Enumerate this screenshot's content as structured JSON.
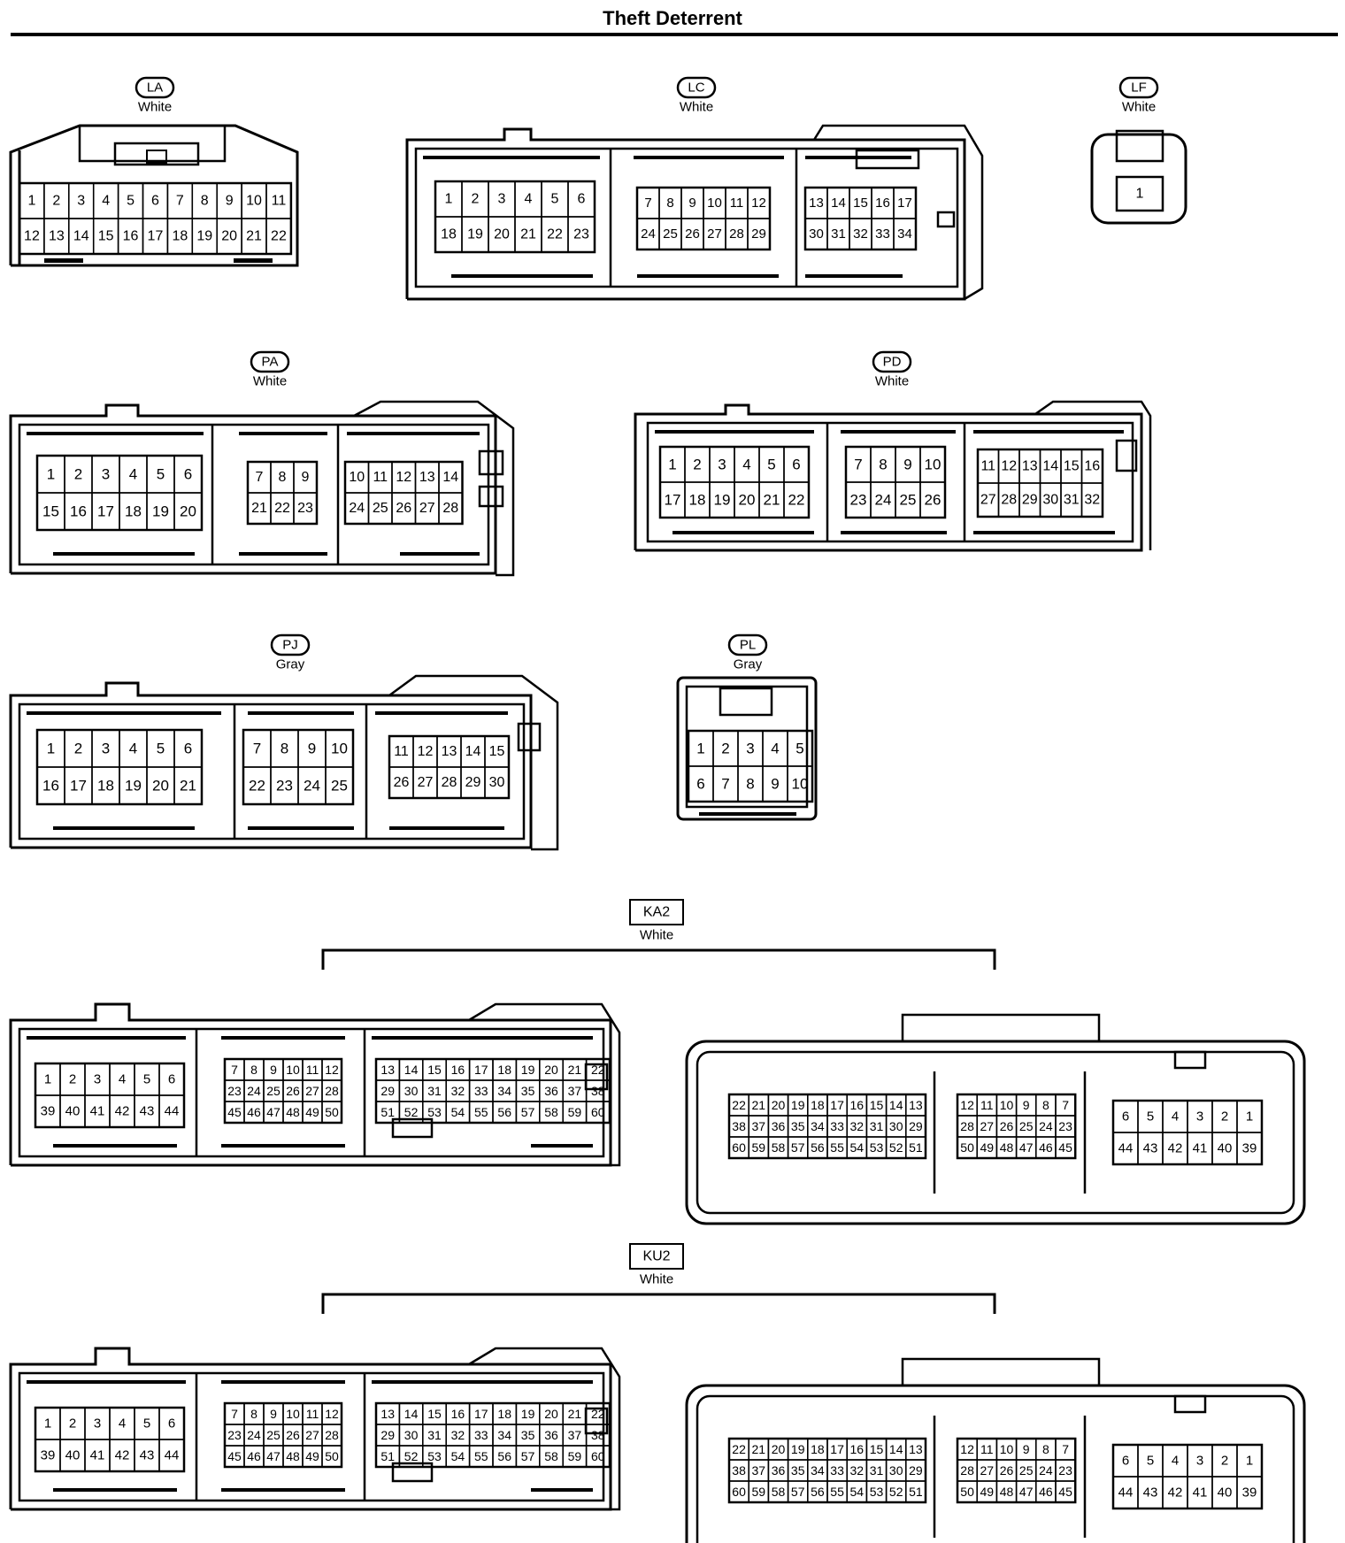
{
  "page": {
    "title": "Theft Deterrent"
  },
  "connectors": [
    {
      "code": "LA",
      "color": "White",
      "rows": [
        [
          "1",
          "2",
          "3",
          "4",
          "5",
          "6",
          "7",
          "8",
          "9",
          "10",
          "11"
        ],
        [
          "12",
          "13",
          "14",
          "15",
          "16",
          "17",
          "18",
          "19",
          "20",
          "21",
          "22"
        ]
      ]
    },
    {
      "code": "LC",
      "color": "White",
      "groups": [
        [
          [
            "1",
            "2",
            "3",
            "4",
            "5",
            "6"
          ],
          [
            "18",
            "19",
            "20",
            "21",
            "22",
            "23"
          ]
        ],
        [
          [
            "7",
            "8",
            "9",
            "10",
            "11",
            "12"
          ],
          [
            "24",
            "25",
            "26",
            "27",
            "28",
            "29"
          ]
        ],
        [
          [
            "13",
            "14",
            "15",
            "16",
            "17"
          ],
          [
            "30",
            "31",
            "32",
            "33",
            "34"
          ]
        ]
      ]
    },
    {
      "code": "LF",
      "color": "White",
      "rows": [
        [
          "1"
        ]
      ]
    },
    {
      "code": "PA",
      "color": "White",
      "groups": [
        [
          [
            "1",
            "2",
            "3",
            "4",
            "5",
            "6"
          ],
          [
            "15",
            "16",
            "17",
            "18",
            "19",
            "20"
          ]
        ],
        [
          [
            "7",
            "8",
            "9"
          ],
          [
            "21",
            "22",
            "23"
          ]
        ],
        [
          [
            "10",
            "11",
            "12",
            "13",
            "14"
          ],
          [
            "24",
            "25",
            "26",
            "27",
            "28"
          ]
        ]
      ]
    },
    {
      "code": "PD",
      "color": "White",
      "groups": [
        [
          [
            "1",
            "2",
            "3",
            "4",
            "5",
            "6"
          ],
          [
            "17",
            "18",
            "19",
            "20",
            "21",
            "22"
          ]
        ],
        [
          [
            "7",
            "8",
            "9",
            "10"
          ],
          [
            "23",
            "24",
            "25",
            "26"
          ]
        ],
        [
          [
            "11",
            "12",
            "13",
            "14",
            "15",
            "16"
          ],
          [
            "27",
            "28",
            "29",
            "30",
            "31",
            "32"
          ]
        ]
      ]
    },
    {
      "code": "PJ",
      "color": "Gray",
      "groups": [
        [
          [
            "1",
            "2",
            "3",
            "4",
            "5",
            "6"
          ],
          [
            "16",
            "17",
            "18",
            "19",
            "20",
            "21"
          ]
        ],
        [
          [
            "7",
            "8",
            "9",
            "10"
          ],
          [
            "22",
            "23",
            "24",
            "25"
          ]
        ],
        [
          [
            "11",
            "12",
            "13",
            "14",
            "15"
          ],
          [
            "26",
            "27",
            "28",
            "29",
            "30"
          ]
        ]
      ]
    },
    {
      "code": "PL",
      "color": "Gray",
      "rows": [
        [
          "1",
          "2",
          "3",
          "4",
          "5"
        ],
        [
          "6",
          "7",
          "8",
          "9",
          "10"
        ]
      ]
    }
  ],
  "ecu_connectors": [
    {
      "code": "KA2",
      "color": "White",
      "left": [
        [
          [
            "1",
            "2",
            "3",
            "4",
            "5",
            "6"
          ],
          [
            "39",
            "40",
            "41",
            "42",
            "43",
            "44"
          ]
        ],
        [
          [
            "7",
            "8",
            "9",
            "10",
            "11",
            "12"
          ],
          [
            "23",
            "24",
            "25",
            "26",
            "27",
            "28"
          ],
          [
            "45",
            "46",
            "47",
            "48",
            "49",
            "50"
          ]
        ],
        [
          [
            "13",
            "14",
            "15",
            "16",
            "17",
            "18",
            "19",
            "20",
            "21",
            "22"
          ],
          [
            "29",
            "30",
            "31",
            "32",
            "33",
            "34",
            "35",
            "36",
            "37",
            "38"
          ],
          [
            "51",
            "52",
            "53",
            "54",
            "55",
            "56",
            "57",
            "58",
            "59",
            "60"
          ]
        ]
      ],
      "right": [
        [
          [
            "22",
            "21",
            "20",
            "19",
            "18",
            "17",
            "16",
            "15",
            "14",
            "13"
          ],
          [
            "38",
            "37",
            "36",
            "35",
            "34",
            "33",
            "32",
            "31",
            "30",
            "29"
          ],
          [
            "60",
            "59",
            "58",
            "57",
            "56",
            "55",
            "54",
            "53",
            "52",
            "51"
          ]
        ],
        [
          [
            "12",
            "11",
            "10",
            "9",
            "8",
            "7"
          ],
          [
            "28",
            "27",
            "26",
            "25",
            "24",
            "23"
          ],
          [
            "50",
            "49",
            "48",
            "47",
            "46",
            "45"
          ]
        ],
        [
          [
            "6",
            "5",
            "4",
            "3",
            "2",
            "1"
          ],
          [
            "44",
            "43",
            "42",
            "41",
            "40",
            "39"
          ]
        ]
      ]
    },
    {
      "code": "KU2",
      "color": "White",
      "left": [
        [
          [
            "1",
            "2",
            "3",
            "4",
            "5",
            "6"
          ],
          [
            "39",
            "40",
            "41",
            "42",
            "43",
            "44"
          ]
        ],
        [
          [
            "7",
            "8",
            "9",
            "10",
            "11",
            "12"
          ],
          [
            "23",
            "24",
            "25",
            "26",
            "27",
            "28"
          ],
          [
            "45",
            "46",
            "47",
            "48",
            "49",
            "50"
          ]
        ],
        [
          [
            "13",
            "14",
            "15",
            "16",
            "17",
            "18",
            "19",
            "20",
            "21",
            "22"
          ],
          [
            "29",
            "30",
            "31",
            "32",
            "33",
            "34",
            "35",
            "36",
            "37",
            "38"
          ],
          [
            "51",
            "52",
            "53",
            "54",
            "55",
            "56",
            "57",
            "58",
            "59",
            "60"
          ]
        ]
      ],
      "right": [
        [
          [
            "22",
            "21",
            "20",
            "19",
            "18",
            "17",
            "16",
            "15",
            "14",
            "13"
          ],
          [
            "38",
            "37",
            "36",
            "35",
            "34",
            "33",
            "32",
            "31",
            "30",
            "29"
          ],
          [
            "60",
            "59",
            "58",
            "57",
            "56",
            "55",
            "54",
            "53",
            "52",
            "51"
          ]
        ],
        [
          [
            "12",
            "11",
            "10",
            "9",
            "8",
            "7"
          ],
          [
            "28",
            "27",
            "26",
            "25",
            "24",
            "23"
          ],
          [
            "50",
            "49",
            "48",
            "47",
            "46",
            "45"
          ]
        ],
        [
          [
            "6",
            "5",
            "4",
            "3",
            "2",
            "1"
          ],
          [
            "44",
            "43",
            "42",
            "41",
            "40",
            "39"
          ]
        ]
      ]
    }
  ]
}
